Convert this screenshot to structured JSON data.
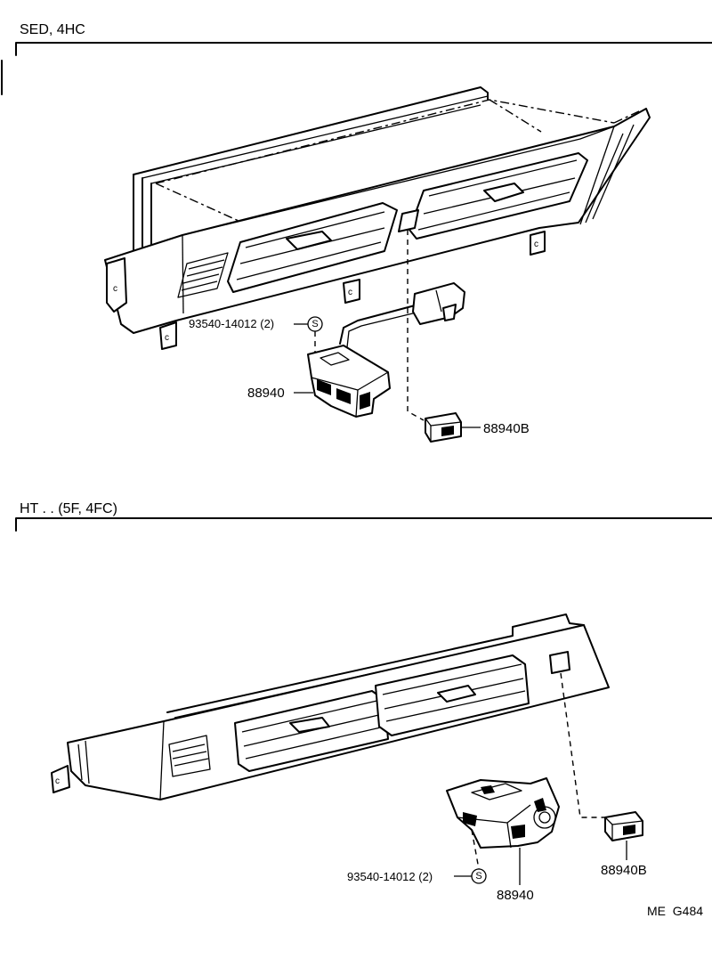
{
  "sections": [
    {
      "header": "SED, 4HC",
      "labels": {
        "screw": "93540-14012 (2)",
        "switch": "88940",
        "cover": "88940B",
        "screw_symbol": "S"
      }
    },
    {
      "header": "HT . . (5F, 4FC)",
      "labels": {
        "screw": "93540-14012 (2)",
        "switch": "88940",
        "cover": "88940B",
        "screw_symbol": "S"
      }
    }
  ],
  "footer_code": "ME  G484"
}
